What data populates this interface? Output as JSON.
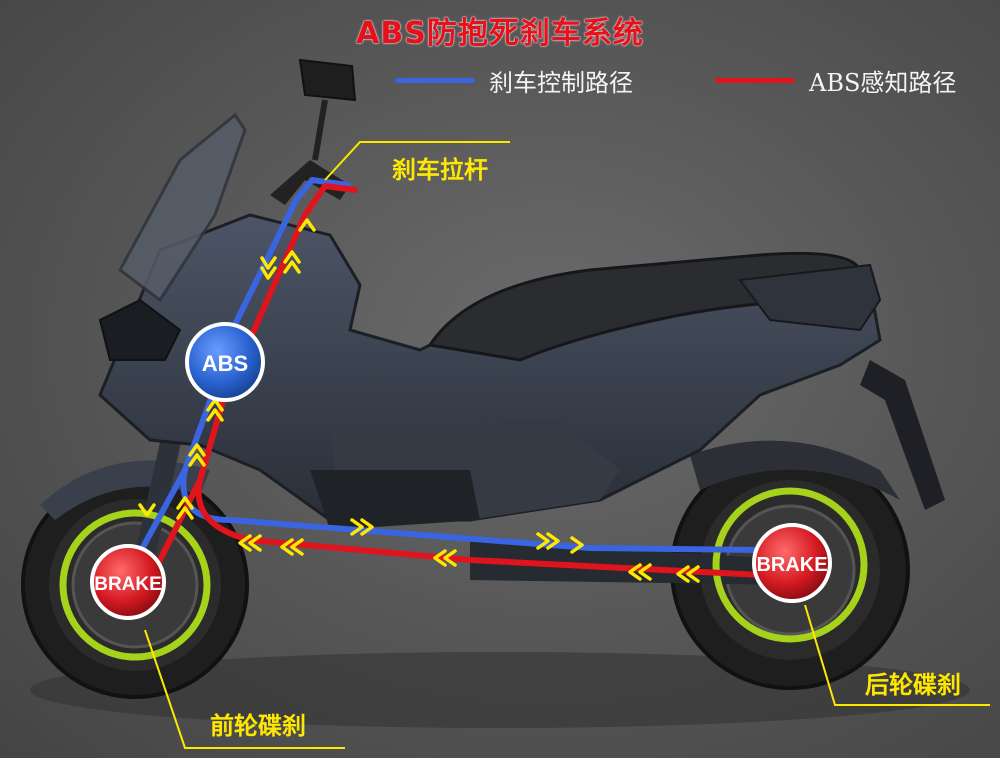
{
  "title": "ABS防抱死刹车系统",
  "legend": [
    {
      "label": "刹车控制路径",
      "color": "#3a64e0"
    },
    {
      "label": "ABS感知路径",
      "color": "#e0141c"
    }
  ],
  "callouts": {
    "brake_lever": "刹车拉杆",
    "front_disc": "前轮碟刹",
    "rear_disc": "后轮碟刹"
  },
  "badges": {
    "abs": "ABS",
    "front_brake": "BRAKE",
    "rear_brake": "BRAKE"
  },
  "colors": {
    "title": "#e8101a",
    "callout": "#ffe800",
    "wheel_ring": "#a6d21c",
    "brake_badge": "#d51a22",
    "abs_badge": "#2a63d0",
    "arrow": "#ffe800"
  }
}
